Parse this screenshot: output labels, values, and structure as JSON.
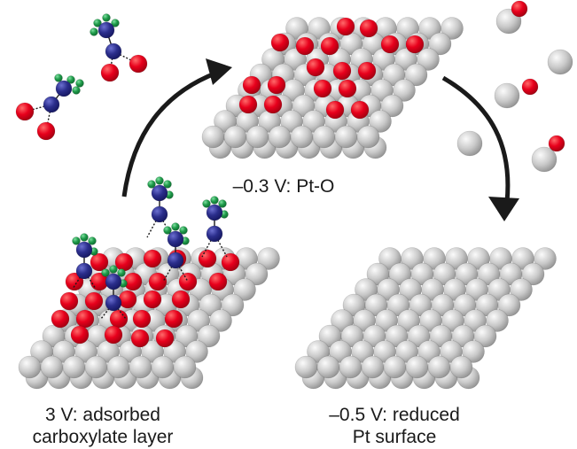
{
  "colors": {
    "pt_atom": "#c4c4c4",
    "pt_atom_highlight": "#f2f2f2",
    "oxygen": "#e8001c",
    "carbon": "#2b2e8c",
    "hydrogen": "#1f9a4a",
    "arrow": "#1a1a1a"
  },
  "labels": {
    "pto": "–0.3 V: Pt-O",
    "adsorbed_line1": "3 V: adsorbed",
    "adsorbed_line2": "carboxylate layer",
    "reduced_line1": "–0.5 V: reduced",
    "reduced_line2": "Pt surface"
  }
}
